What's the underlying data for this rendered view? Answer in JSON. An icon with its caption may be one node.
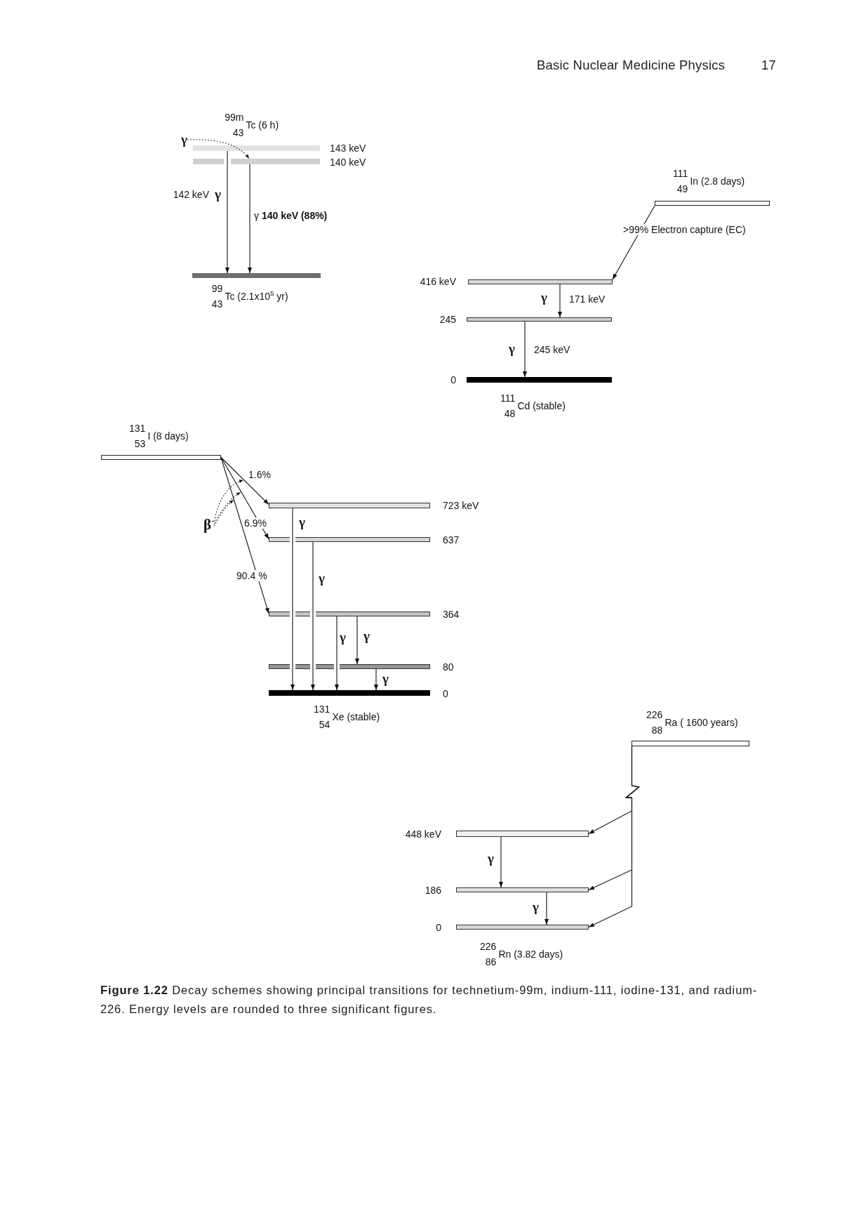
{
  "diagram": {
    "caption": "**Figure 1.22** Decay schemes showing principal transitions for technetium-99m, indium-111, iodine-131, and radium-226. Energy levels are rounded to three significant figures.",
    "nodes": [
      {
        "text": [
          "γ"
        ]
      },
      {
        "text": [],
        "shape": "bar",
        "beside": [
          "$^{99m}$$_{43}$Tc (6 h)",
          "143 keV"
        ]
      },
      {
        "text": [],
        "shape": "bar",
        "beside": [
          "140 keV"
        ]
      },
      {
        "text": [],
        "shape": "bar",
        "beside": [
          "$^{99}$$_{43}$Tc (2.1x10$^{5}$ yr)"
        ]
      },
      {
        "text": [],
        "shape": "bar",
        "beside": [
          "$^{111}$$_{49}$In (2.8 days)"
        ]
      },
      {
        "text": [],
        "shape": "bar",
        "beside": [
          "416 keV"
        ]
      },
      {
        "text": [],
        "shape": "bar",
        "beside": [
          "245"
        ]
      },
      {
        "text": [],
        "shape": "bar",
        "beside": [
          "0",
          "$^{111}$$_{48}$Cd (stable)"
        ]
      },
      {
        "text": [],
        "shape": "bar",
        "beside": [
          "$^{131}$$_{53}$I (8 days)"
        ]
      },
      {
        "text": [],
        "shape": "bar",
        "beside": [
          "723 keV"
        ]
      },
      {
        "text": [],
        "shape": "bar",
        "beside": [
          "637"
        ]
      },
      {
        "text": [],
        "shape": "bar",
        "beside": [
          "364"
        ]
      },
      {
        "text": [],
        "shape": "bar",
        "beside": [
          "80"
        ]
      },
      {
        "text": [],
        "shape": "bar",
        "beside": [
          "0",
          "$^{131}$$_{54}$Xe (stable)"
        ]
      },
      {
        "text": [
          "β$^{-}$"
        ]
      },
      {
        "text": [],
        "shape": "bar",
        "beside": [
          "$^{226}$$_{88}$Ra ( 1600 years)"
        ]
      },
      {
        "text": [],
        "shape": "bar",
        "beside": [
          "448 keV"
        ]
      },
      {
        "text": [],
        "shape": "bar",
        "beside": [
          "186"
        ]
      },
      {
        "text": [],
        "shape": "bar",
        "beside": [
          "0",
          "$^{226}$$_{86}$Rn (3.82 days)"
        ]
      }
    ],
    "edges": [
      {
        "from": 0,
        "to": 2,
        "arrow": "to",
        "style": "dashed"
      },
      {
        "from": 1,
        "to": 3,
        "arrow": "to",
        "label": "142 keV"
      },
      {
        "from": 2,
        "to": 3,
        "arrow": "to",
        "label": "γ **140 keV (88%)**"
      },
      {
        "from": 4,
        "to": 5,
        "arrow": "to",
        "label": ">99% Electron capture (EC)"
      },
      {
        "from": 5,
        "to": 6,
        "arrow": "to",
        "label": "171 keV"
      },
      {
        "from": 6,
        "to": 7,
        "arrow": "to",
        "label": "245 keV"
      },
      {
        "from": 8,
        "to": 9,
        "arrow": "to",
        "label": "1.6%"
      },
      {
        "from": 8,
        "to": 10,
        "arrow": "to",
        "label": "6.9%"
      },
      {
        "from": 8,
        "to": 11,
        "arrow": "to",
        "label": "90.4 %"
      },
      {
        "from": 9,
        "to": 13,
        "arrow": "to"
      },
      {
        "from": 10,
        "to": 13,
        "arrow": "to"
      },
      {
        "from": 11,
        "to": 13,
        "arrow": "to"
      },
      {
        "from": 11,
        "to": 12,
        "arrow": "to"
      },
      {
        "from": 12,
        "to": 13,
        "arrow": "to"
      },
      {
        "from": 14,
        "to": null,
        "arrow": "to",
        "style": "dashed"
      },
      {
        "from": 14,
        "to": null,
        "arrow": "to",
        "style": "dashed"
      },
      {
        "from": 14,
        "to": null,
        "arrow": "to",
        "style": "dashed"
      },
      {
        "from": 15,
        "to": 16,
        "arrow": "to"
      },
      {
        "from": 15,
        "to": 17,
        "arrow": "to"
      },
      {
        "from": 15,
        "to": 18,
        "arrow": "to"
      },
      {
        "from": 16,
        "to": 17,
        "arrow": "to"
      },
      {
        "from": 17,
        "to": 18,
        "arrow": "to"
      }
    ],
    "labels": [
      "Basic Nuclear Medicine Physics",
      "17",
      "γ",
      "γ",
      "γ",
      "γ",
      "γ",
      "γ",
      "γ",
      "γ",
      "γ",
      "γ"
    ]
  }
}
